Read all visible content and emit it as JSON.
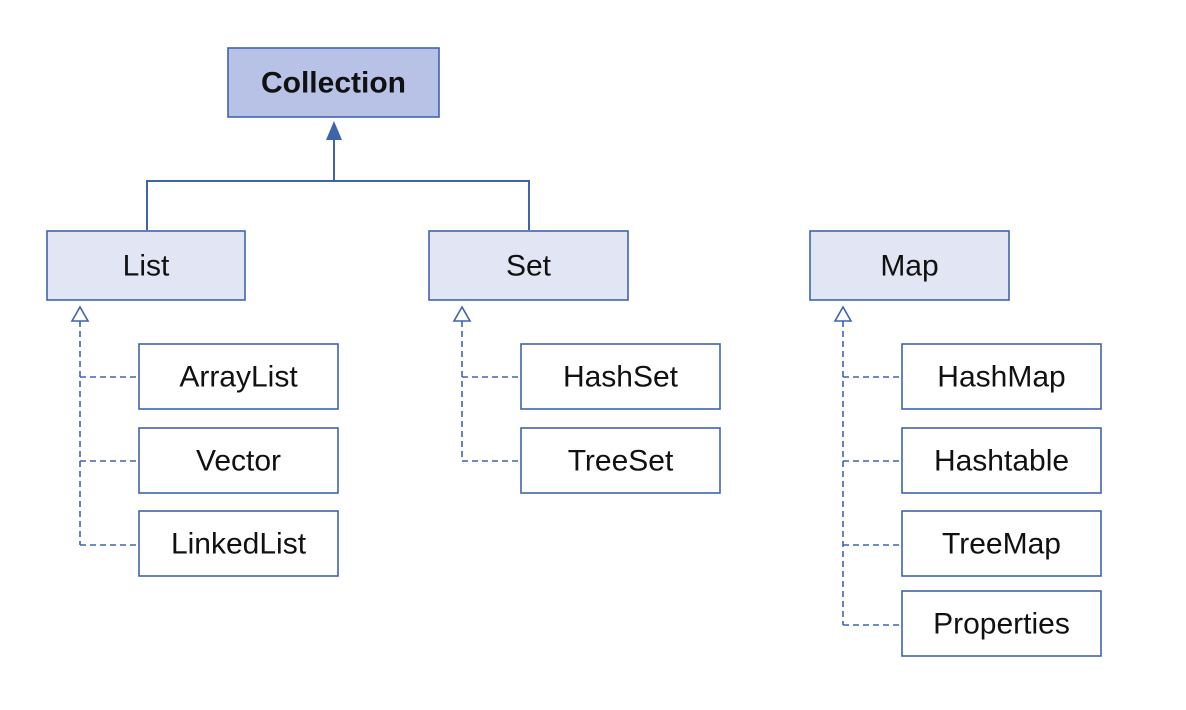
{
  "colors": {
    "stroke": "#3f64ad",
    "root_fill": "#b8c2e6",
    "interface_fill": "#e1e5f4",
    "class_fill": "#ffffff",
    "text": "#111111"
  },
  "nodes": {
    "collection": "Collection",
    "list": "List",
    "set": "Set",
    "map": "Map",
    "arraylist": "ArrayList",
    "vector": "Vector",
    "linkedlist": "LinkedList",
    "hashset": "HashSet",
    "treeset": "TreeSet",
    "hashmap": "HashMap",
    "hashtable": "Hashtable",
    "treemap": "TreeMap",
    "properties": "Properties"
  }
}
